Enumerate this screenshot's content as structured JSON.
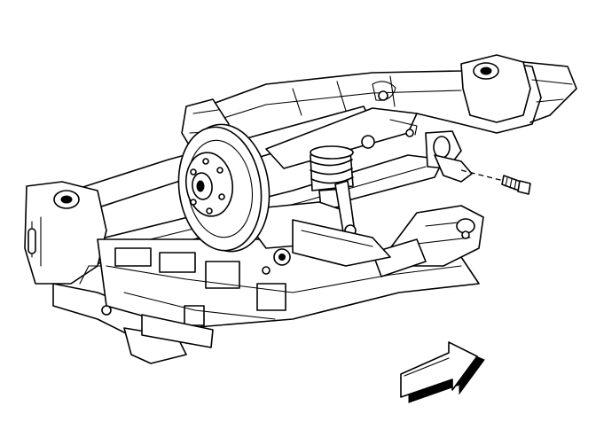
{
  "figure": {
    "background_color": "#ffffff",
    "line_color": "#000000",
    "icons": [
      "rear-suspension-crossmember",
      "brake-rotor",
      "wheel-hub",
      "coil-spring",
      "mounting-bolt",
      "front-direction-arrow"
    ]
  }
}
